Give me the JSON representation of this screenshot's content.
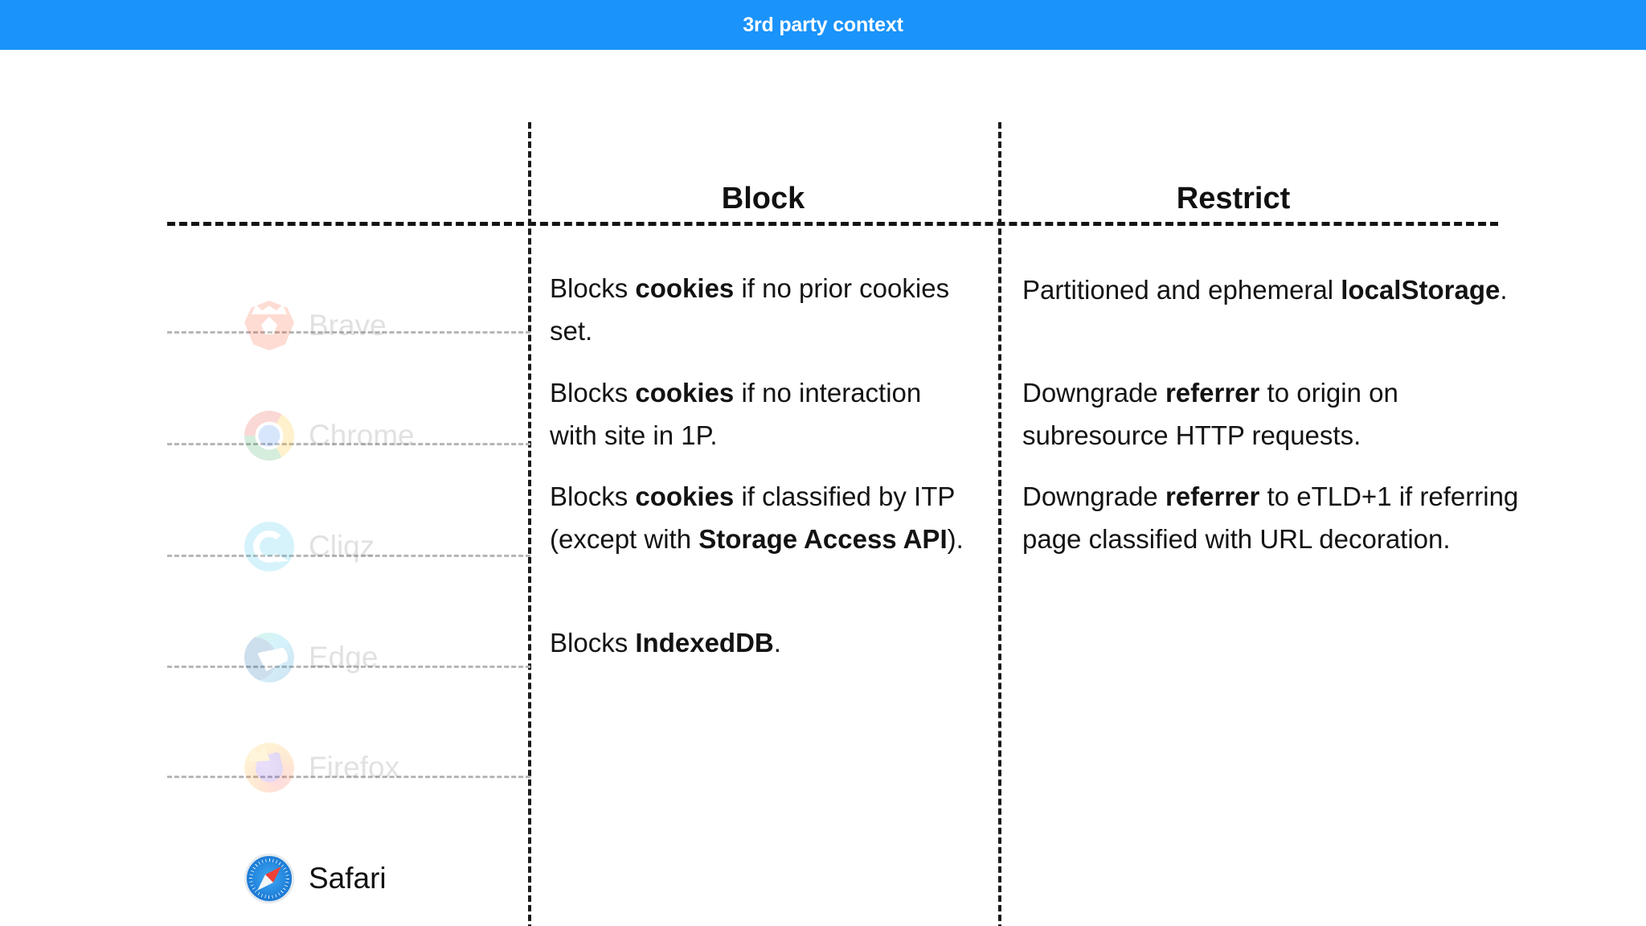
{
  "header": {
    "title": "3rd party context",
    "background_color": "#1a93fb",
    "text_color": "#ffffff"
  },
  "table": {
    "columns": [
      {
        "key": "browser",
        "label": ""
      },
      {
        "key": "block",
        "label": "Block"
      },
      {
        "key": "restrict",
        "label": "Restrict"
      }
    ],
    "browsers": [
      {
        "name": "Brave",
        "icon": "brave-icon",
        "highlighted": false
      },
      {
        "name": "Chrome",
        "icon": "chrome-icon",
        "highlighted": false
      },
      {
        "name": "Cliqz",
        "icon": "cliqz-icon",
        "highlighted": false
      },
      {
        "name": "Edge",
        "icon": "edge-icon",
        "highlighted": false
      },
      {
        "name": "Firefox",
        "icon": "firefox-icon",
        "highlighted": false
      },
      {
        "name": "Safari",
        "icon": "safari-icon",
        "highlighted": true
      }
    ],
    "block_items": [
      {
        "parts": [
          {
            "text": "Blocks ",
            "bold": false
          },
          {
            "text": "cookies",
            "bold": true
          },
          {
            "text": " if no prior cookies set.",
            "bold": false
          }
        ],
        "plain": "Blocks cookies if no prior cookies set."
      },
      {
        "parts": [
          {
            "text": "Blocks ",
            "bold": false
          },
          {
            "text": "cookies",
            "bold": true
          },
          {
            "text": " if no interaction with site in 1P.",
            "bold": false
          }
        ],
        "plain": "Blocks cookies if no interaction with site in 1P."
      },
      {
        "parts": [
          {
            "text": "Blocks ",
            "bold": false
          },
          {
            "text": "cookies",
            "bold": true
          },
          {
            "text": " if classified by ITP (except with ",
            "bold": false
          },
          {
            "text": "Storage Access API",
            "bold": true
          },
          {
            "text": ").",
            "bold": false
          }
        ],
        "plain": "Blocks cookies if classified by ITP (except with Storage Access API)."
      },
      {
        "parts": [
          {
            "text": "Blocks ",
            "bold": false
          },
          {
            "text": "IndexedDB",
            "bold": true
          },
          {
            "text": ".",
            "bold": false
          }
        ],
        "plain": "Blocks IndexedDB."
      }
    ],
    "restrict_items": [
      {
        "parts": [
          {
            "text": "Partitioned and ephemeral ",
            "bold": false
          },
          {
            "text": "localStorage",
            "bold": true
          },
          {
            "text": ".",
            "bold": false
          }
        ],
        "plain": "Partitioned and ephemeral localStorage."
      },
      {
        "parts": [
          {
            "text": "Downgrade ",
            "bold": false
          },
          {
            "text": "referrer",
            "bold": true
          },
          {
            "text": " to origin on subresource HTTP requests.",
            "bold": false
          }
        ],
        "plain": "Downgrade referrer to origin on subresource HTTP requests."
      },
      {
        "parts": [
          {
            "text": "Downgrade ",
            "bold": false
          },
          {
            "text": "referrer",
            "bold": true
          },
          {
            "text": " to eTLD+1 if referring page classified with URL decoration.",
            "bold": false
          }
        ],
        "plain": "Downgrade referrer to eTLD+1 if referring page classified with URL decoration."
      }
    ]
  },
  "colors": {
    "accent_blue": "#1a93fb",
    "text_dark": "#131313",
    "rule_dark": "#141414",
    "rule_grey": "#b6b6b6",
    "dimmed_text": "#6f6f6f"
  }
}
